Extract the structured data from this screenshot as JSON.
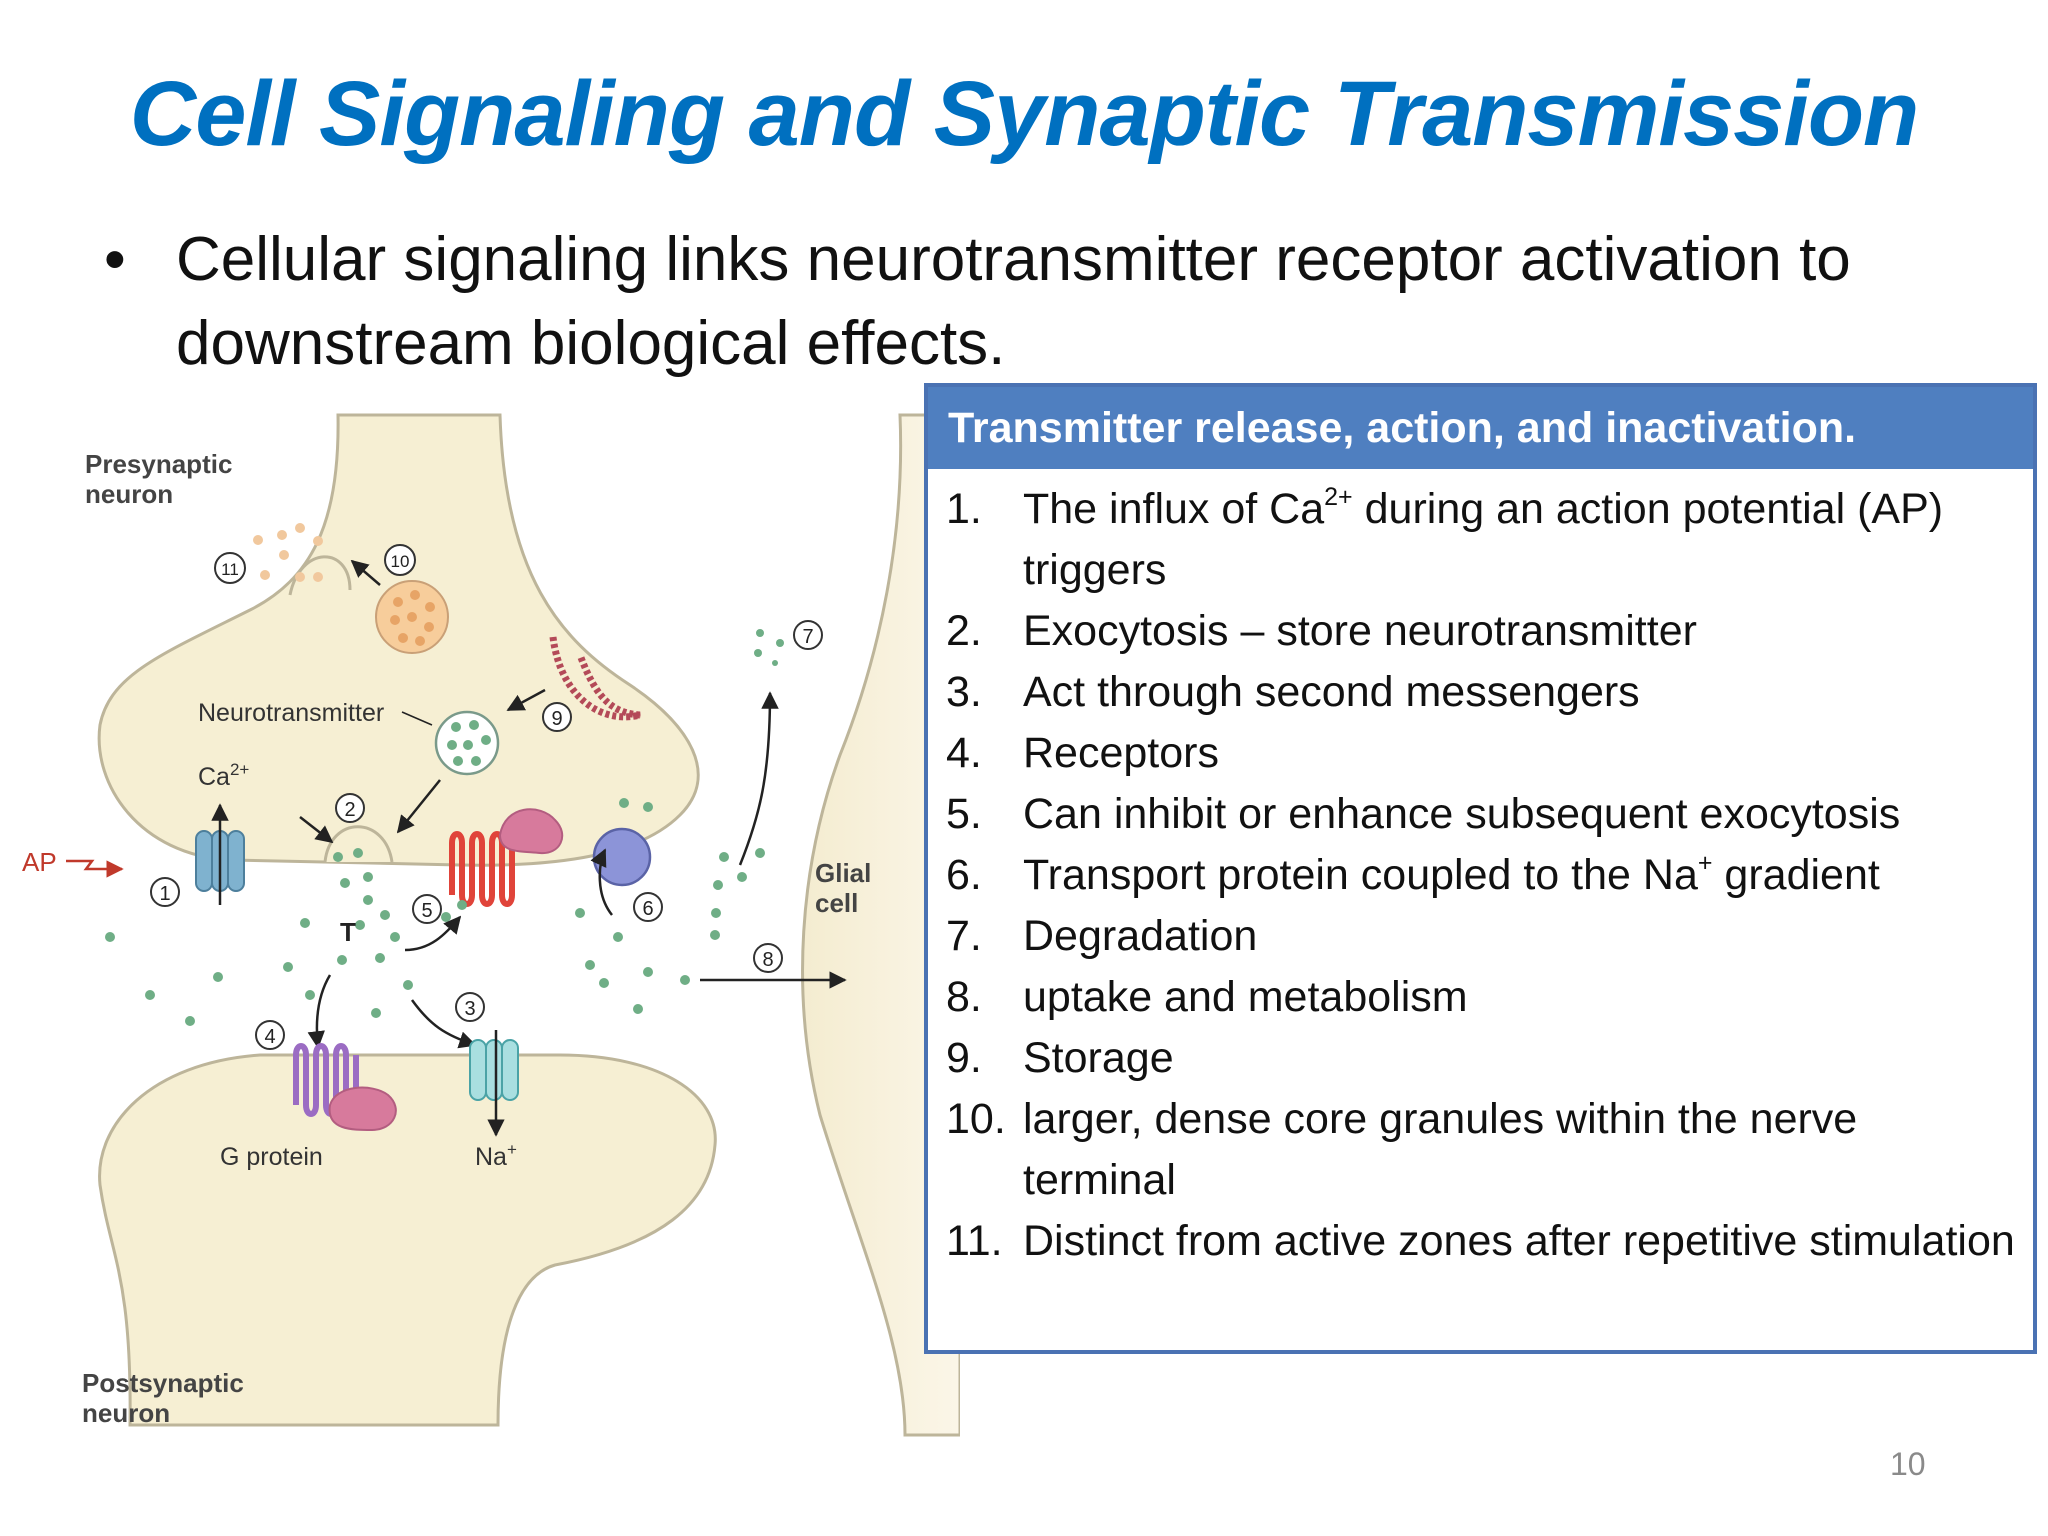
{
  "title": "Cell Signaling and Synaptic Transmission",
  "bullet": {
    "symbol": "•",
    "text": "Cellular signaling links neurotransmitter receptor activation to downstream biological effects."
  },
  "diagram": {
    "presynaptic_label_1": "Presynaptic",
    "presynaptic_label_2": "neuron",
    "postsynaptic_label_1": "Postsynaptic",
    "postsynaptic_label_2": "neuron",
    "glial_label_1": "Glial",
    "glial_label_2": "cell",
    "neurotransmitter": "Neurotransmitter",
    "ca": "Ca",
    "ca_sup": "2+",
    "ap": "AP",
    "t": "T",
    "g_protein": "G protein",
    "na": "Na",
    "na_sup": "+",
    "markers": [
      "1",
      "2",
      "3",
      "4",
      "5",
      "6",
      "7",
      "8",
      "9",
      "10",
      "11"
    ]
  },
  "box": {
    "heading": "Transmitter release, action, and inactivation.",
    "items": [
      {
        "num": "1.",
        "pre": "The influx of Ca",
        "sup": "2+",
        "post": " during an action potential (AP) triggers"
      },
      {
        "num": "2.",
        "pre": "Exocytosis – store neurotransmitter",
        "sup": "",
        "post": ""
      },
      {
        "num": "3.",
        "pre": "Act through second messengers",
        "sup": "",
        "post": ""
      },
      {
        "num": "4.",
        "pre": "Receptors",
        "sup": "",
        "post": ""
      },
      {
        "num": "5.",
        "pre": "Can inhibit or enhance subsequent exocytosis",
        "sup": "",
        "post": ""
      },
      {
        "num": "6.",
        "pre": "Transport protein coupled to the Na",
        "sup": "+",
        "post": " gradient"
      },
      {
        "num": "7.",
        "pre": "Degradation",
        "sup": "",
        "post": ""
      },
      {
        "num": "8.",
        "pre": "uptake and metabolism",
        "sup": "",
        "post": ""
      },
      {
        "num": "9.",
        "pre": "Storage",
        "sup": "",
        "post": ""
      },
      {
        "num": "10.",
        "pre": "larger, dense core granules within the nerve terminal",
        "sup": "",
        "post": ""
      },
      {
        "num": "11.",
        "pre": "Distinct from active zones after repetitive stimulation",
        "sup": "",
        "post": ""
      }
    ]
  },
  "page_number": "10"
}
